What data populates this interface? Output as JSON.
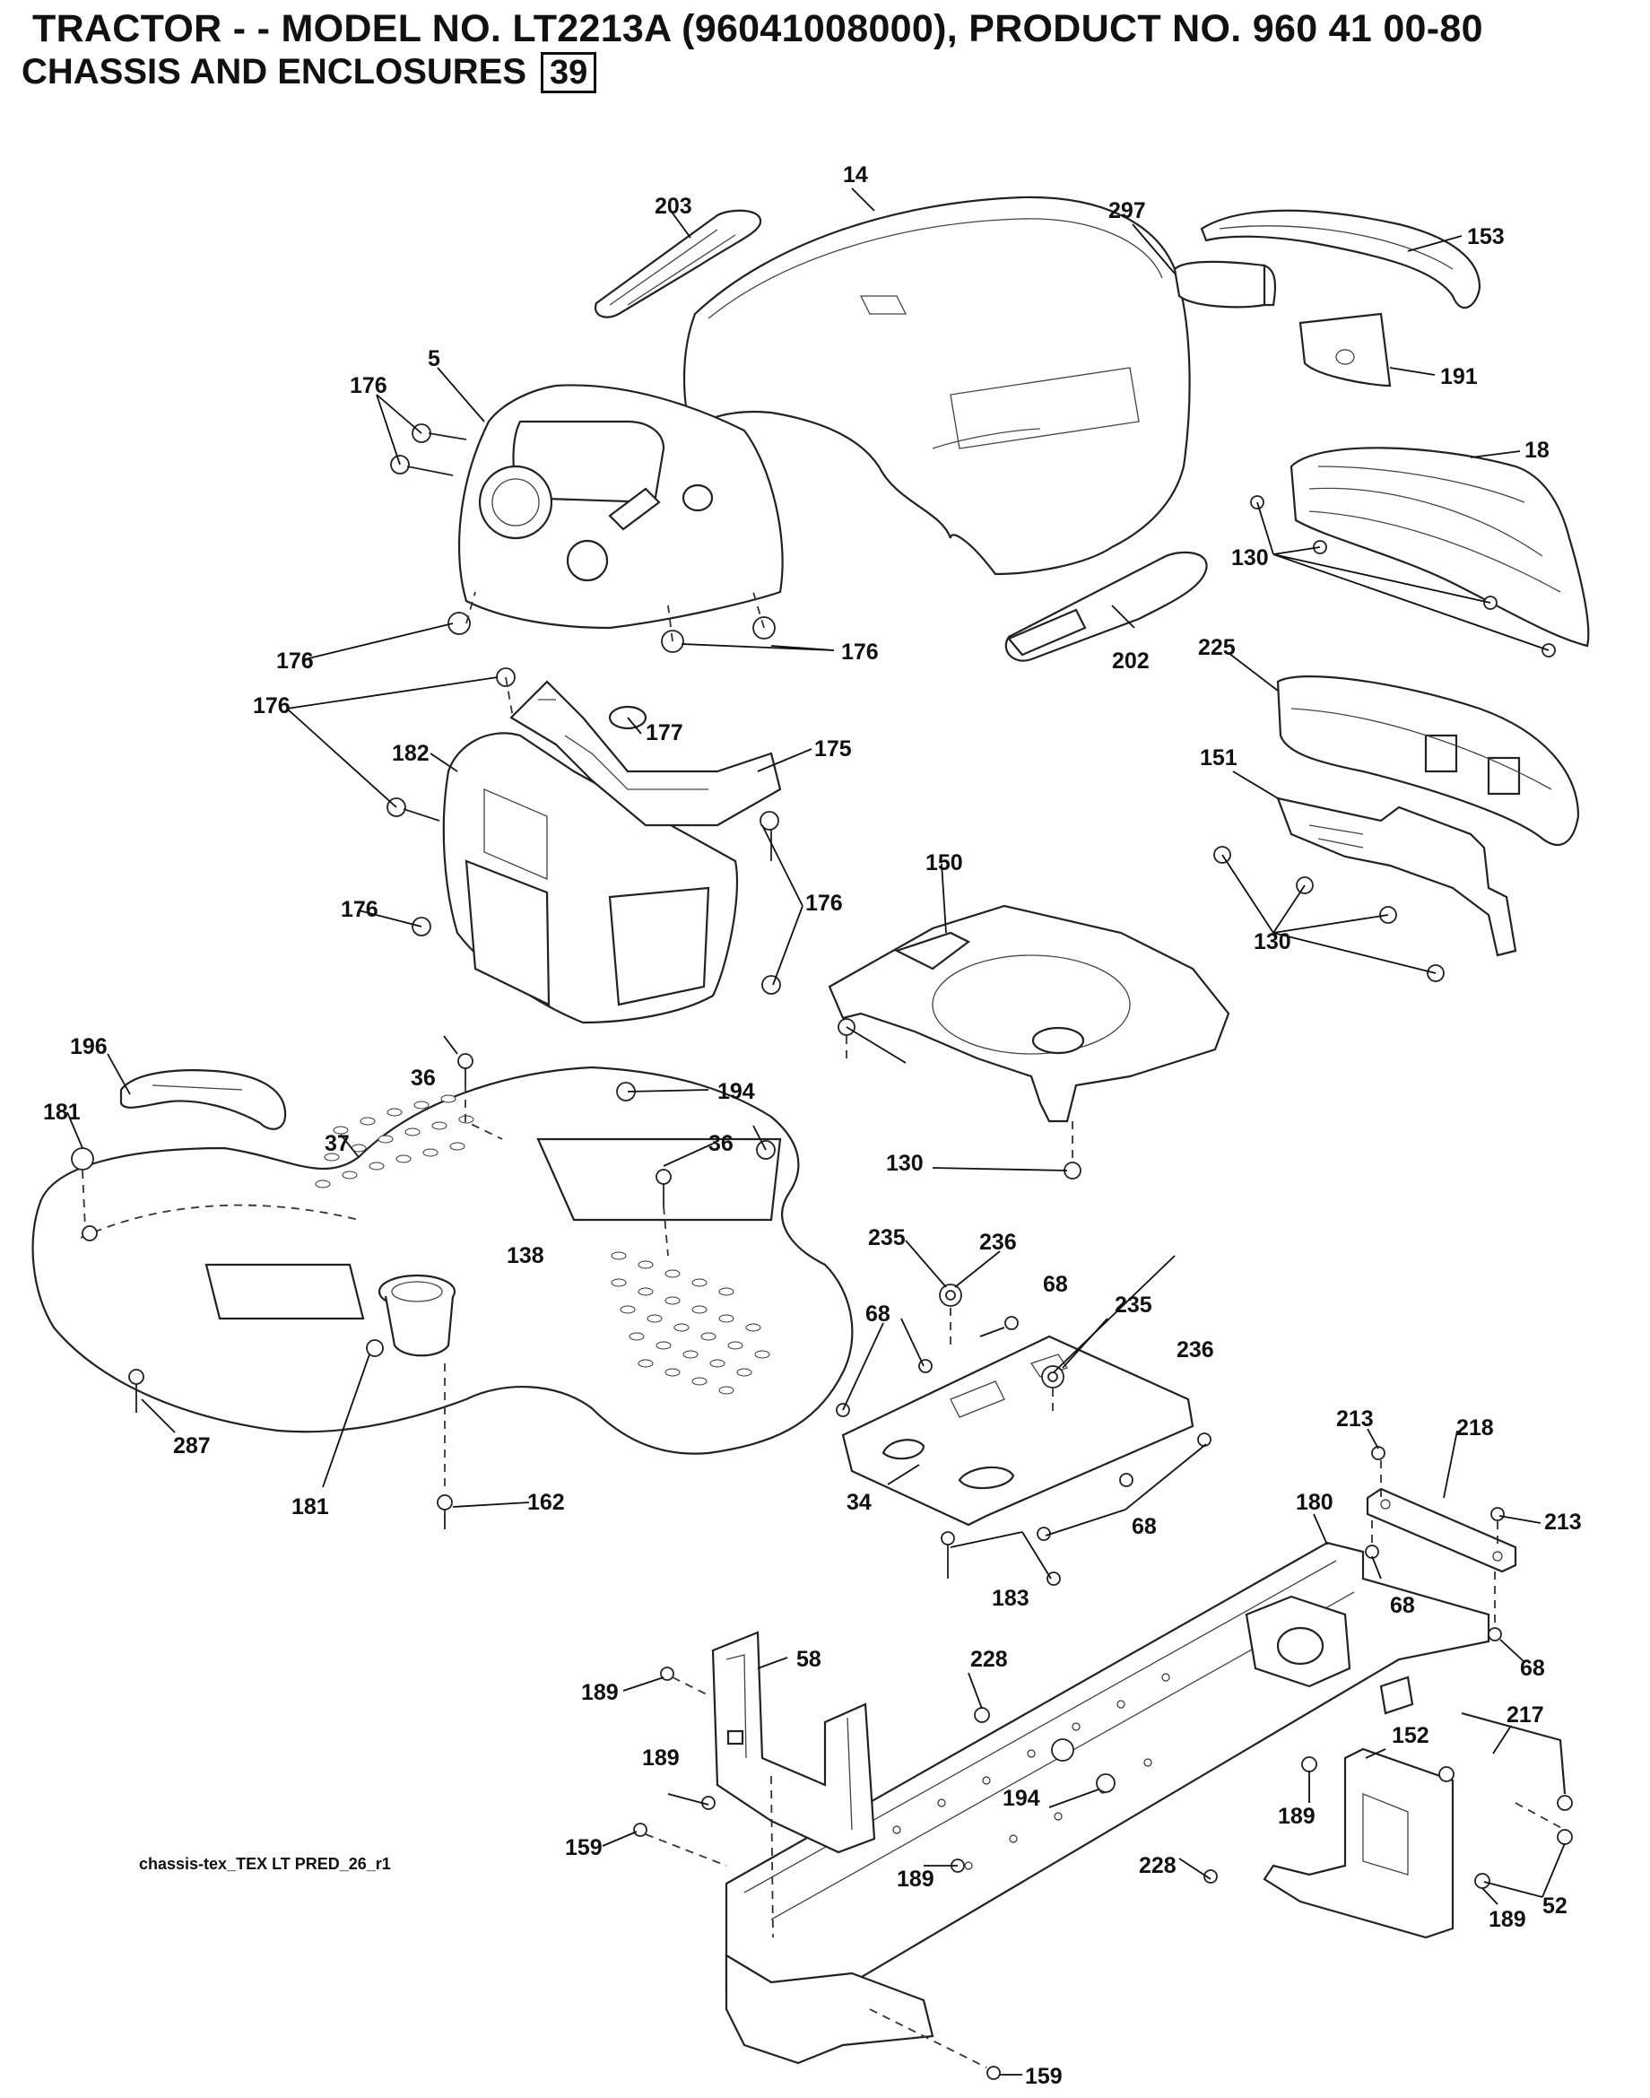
{
  "header": {
    "title_line1": "TRACTOR - - MODEL NO. LT2213A  (96041008000), PRODUCT NO. 960 41 00-80",
    "title_line2": "CHASSIS AND ENCLOSURES",
    "page_number": "39"
  },
  "reference_code": "chassis-tex_TEX LT PRED_26_r1",
  "callouts": [
    {
      "id": "c-14",
      "text": "14"
    },
    {
      "id": "c-203",
      "text": "203"
    },
    {
      "id": "c-297",
      "text": "297"
    },
    {
      "id": "c-153",
      "text": "153"
    },
    {
      "id": "c-191",
      "text": "191"
    },
    {
      "id": "c-5",
      "text": "5"
    },
    {
      "id": "c-176a",
      "text": "176"
    },
    {
      "id": "c-18",
      "text": "18"
    },
    {
      "id": "c-130a",
      "text": "130"
    },
    {
      "id": "c-176b",
      "text": "176"
    },
    {
      "id": "c-176c",
      "text": "176"
    },
    {
      "id": "c-202",
      "text": "202"
    },
    {
      "id": "c-225",
      "text": "225"
    },
    {
      "id": "c-176d",
      "text": "176"
    },
    {
      "id": "c-177",
      "text": "177"
    },
    {
      "id": "c-182",
      "text": "182"
    },
    {
      "id": "c-175",
      "text": "175"
    },
    {
      "id": "c-151",
      "text": "151"
    },
    {
      "id": "c-150",
      "text": "150"
    },
    {
      "id": "c-176e",
      "text": "176"
    },
    {
      "id": "c-176f",
      "text": "176"
    },
    {
      "id": "c-130b",
      "text": "130"
    },
    {
      "id": "c-196",
      "text": "196"
    },
    {
      "id": "c-36a",
      "text": "36"
    },
    {
      "id": "c-194a",
      "text": "194"
    },
    {
      "id": "c-181a",
      "text": "181"
    },
    {
      "id": "c-37",
      "text": "37"
    },
    {
      "id": "c-36b",
      "text": "36"
    },
    {
      "id": "c-130c",
      "text": "130"
    },
    {
      "id": "c-235a",
      "text": "235"
    },
    {
      "id": "c-236a",
      "text": "236"
    },
    {
      "id": "c-138",
      "text": "138"
    },
    {
      "id": "c-68a",
      "text": "68"
    },
    {
      "id": "c-68b",
      "text": "68"
    },
    {
      "id": "c-235b",
      "text": "235"
    },
    {
      "id": "c-236b",
      "text": "236"
    },
    {
      "id": "c-287",
      "text": "287"
    },
    {
      "id": "c-213a",
      "text": "213"
    },
    {
      "id": "c-218",
      "text": "218"
    },
    {
      "id": "c-34",
      "text": "34"
    },
    {
      "id": "c-181b",
      "text": "181"
    },
    {
      "id": "c-162",
      "text": "162"
    },
    {
      "id": "c-180",
      "text": "180"
    },
    {
      "id": "c-213b",
      "text": "213"
    },
    {
      "id": "c-68c",
      "text": "68"
    },
    {
      "id": "c-183",
      "text": "183"
    },
    {
      "id": "c-68d",
      "text": "68"
    },
    {
      "id": "c-68e",
      "text": "68"
    },
    {
      "id": "c-58",
      "text": "58"
    },
    {
      "id": "c-228a",
      "text": "228"
    },
    {
      "id": "c-189a",
      "text": "189"
    },
    {
      "id": "c-217",
      "text": "217"
    },
    {
      "id": "c-152",
      "text": "152"
    },
    {
      "id": "c-189b",
      "text": "189"
    },
    {
      "id": "c-194b",
      "text": "194"
    },
    {
      "id": "c-189c",
      "text": "189"
    },
    {
      "id": "c-159a",
      "text": "159"
    },
    {
      "id": "c-189d",
      "text": "189"
    },
    {
      "id": "c-228b",
      "text": "228"
    },
    {
      "id": "c-52",
      "text": "52"
    },
    {
      "id": "c-189e",
      "text": "189"
    },
    {
      "id": "c-159b",
      "text": "159"
    }
  ]
}
